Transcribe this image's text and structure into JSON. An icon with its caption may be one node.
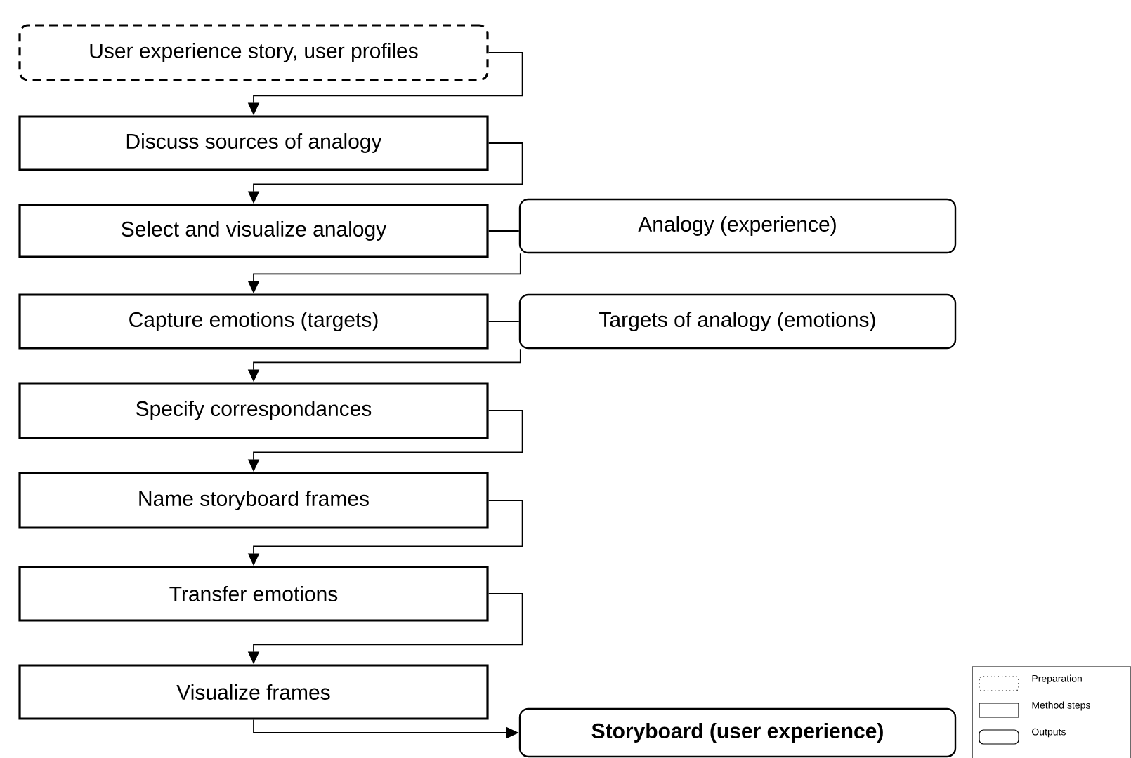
{
  "diagram": {
    "nodes": [
      {
        "text": [
          "User experience story, user profiles"
        ]
      },
      {
        "text": [
          "Discuss sources of analogy"
        ]
      },
      {
        "text": [
          "Select and visualize analogy"
        ]
      },
      {
        "text": [
          "Capture emotions (targets)"
        ]
      },
      {
        "text": [
          "Specify correspondances"
        ]
      },
      {
        "text": [
          "Name storyboard frames"
        ]
      },
      {
        "text": [
          "Transfer emotions"
        ]
      },
      {
        "text": [
          "Visualize frames"
        ]
      },
      {
        "text": [
          "Analogy (experience)"
        ]
      },
      {
        "text": [
          "Targets of analogy (emotions)"
        ]
      },
      {
        "text": [
          "Storyboard (user experience)"
        ]
      }
    ],
    "edges": [
      {
        "from": 0,
        "to": 1,
        "arrow": "to"
      },
      {
        "from": 1,
        "to": 2,
        "arrow": "to"
      },
      {
        "from": 2,
        "to": 8,
        "arrow": "none"
      },
      {
        "from": 8,
        "to": 3,
        "arrow": "to"
      },
      {
        "from": 3,
        "to": 9,
        "arrow": "none"
      },
      {
        "from": 9,
        "to": 4,
        "arrow": "to"
      },
      {
        "from": 4,
        "to": 5,
        "arrow": "to"
      },
      {
        "from": 5,
        "to": 6,
        "arrow": "to"
      },
      {
        "from": 6,
        "to": 7,
        "arrow": "to"
      },
      {
        "from": 7,
        "to": 10,
        "arrow": "to"
      }
    ],
    "legend": [
      {
        "text": "Preparation"
      },
      {
        "text": "Method steps"
      },
      {
        "text": "Outputs"
      }
    ]
  }
}
